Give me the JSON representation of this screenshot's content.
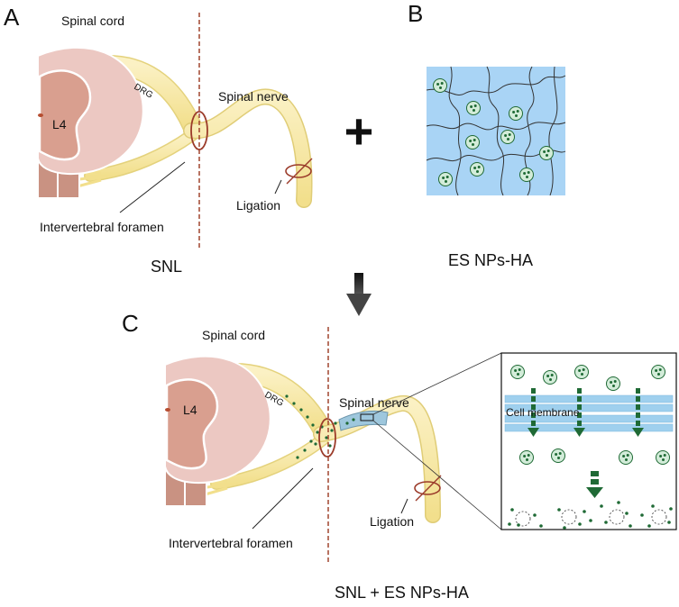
{
  "panels": {
    "a": {
      "letter": "A",
      "caption": "SNL"
    },
    "b": {
      "letter": "B",
      "caption": "ES NPs-HA"
    },
    "c": {
      "letter": "C",
      "caption": "SNL + ES NPs-HA"
    }
  },
  "labels": {
    "spinal_cord": "Spinal cord",
    "drg": "DRG",
    "l4": "L4",
    "spinal_nerve": "Spinal nerve",
    "ligation": "Ligation",
    "intervertebral_foramen": "Intervertebral foramen",
    "cell_membrane": "Cell membrane"
  },
  "symbols": {
    "plus": "+"
  },
  "colors": {
    "cord_outer": "#ecc8c2",
    "cord_inner": "#d99f8f",
    "nerve": "#f7e8a4",
    "nerve_edge": "#d7c46a",
    "hydrogel": "#a9d4f5",
    "particle": "#1f6a35",
    "ligature": "#9b3b2a",
    "dashed_line": "#a0452f",
    "membrane": "#9fd0ee",
    "arrow_dark": "#2f2f2f"
  },
  "icons": [
    "down-arrow-icon",
    "plus-icon"
  ]
}
